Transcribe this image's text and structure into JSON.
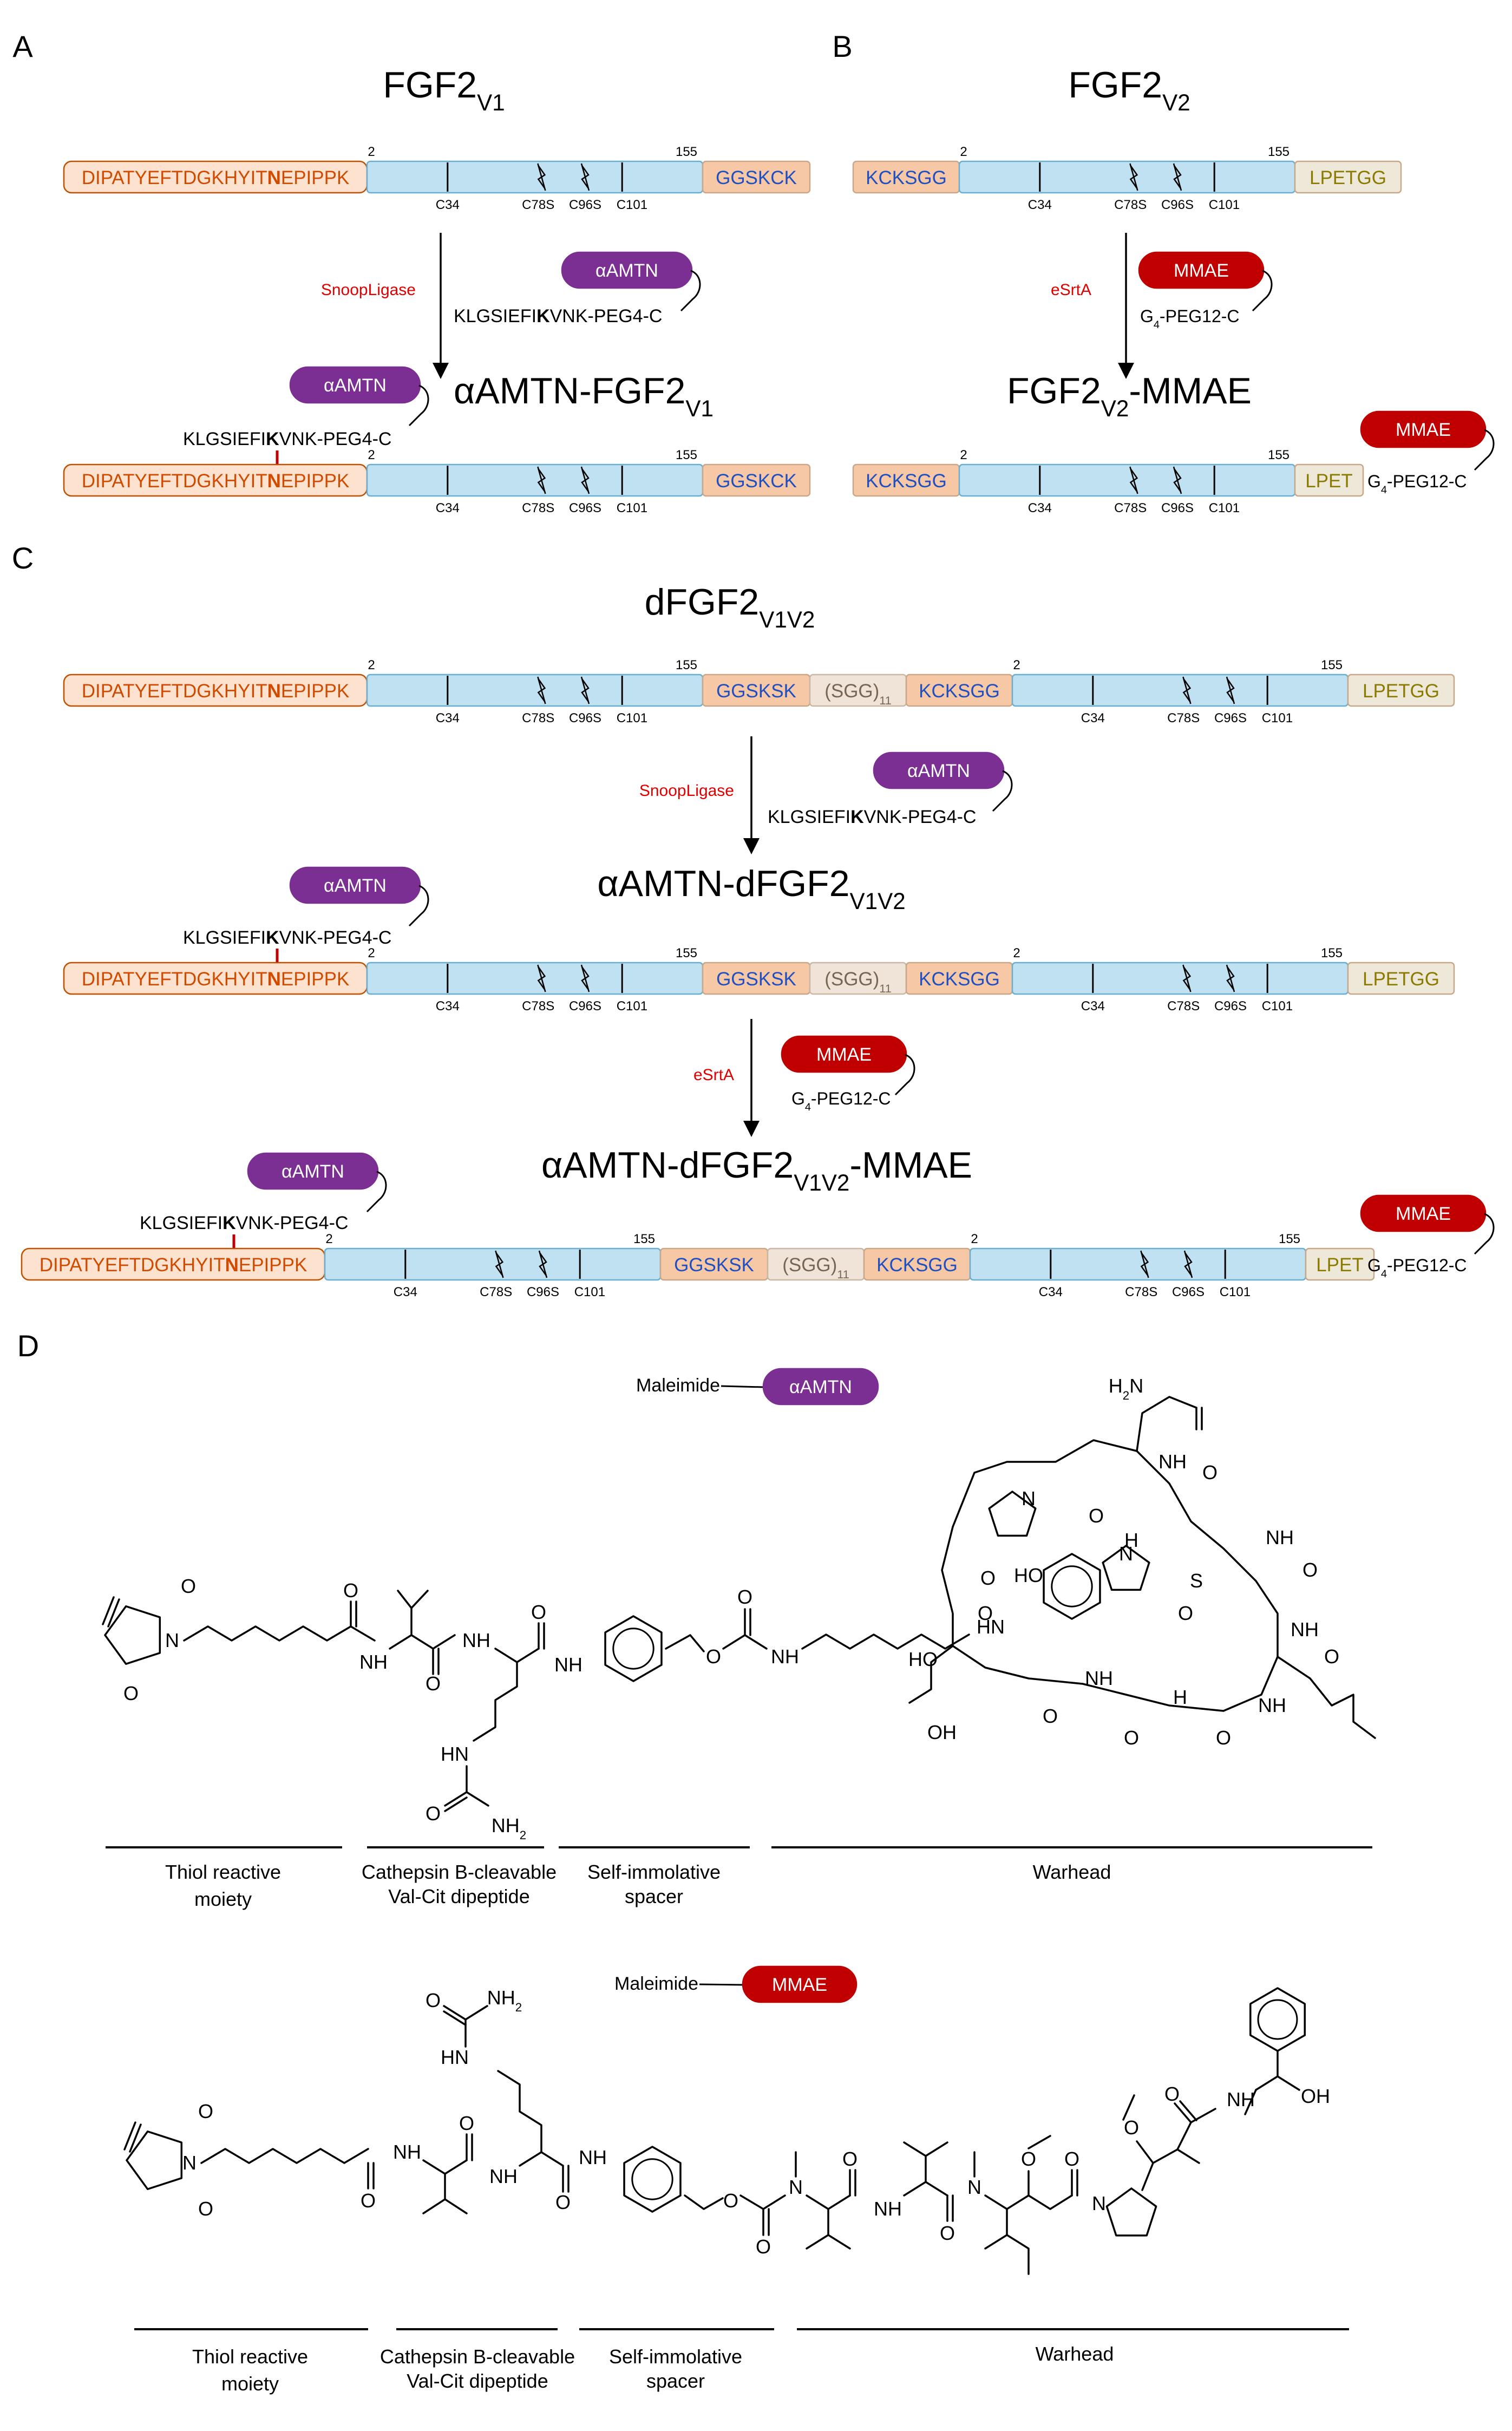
{
  "panel_labels": {
    "a": "A",
    "b": "B",
    "c": "C",
    "d": "D"
  },
  "colors": {
    "peptide_fill": "#fde3cf",
    "peptide_stroke": "#c05000",
    "peptide_text": "#d04a00",
    "core_fill": "#bfe1f2",
    "core_stroke": "#6aaed0",
    "tag_fill": "#f6c8a6",
    "tag_text": "#1f4fc0",
    "lpetg_fill": "#eee8d8",
    "lpetg_text": "#8a7a00",
    "sgg_fill": "#f0e4d8",
    "sgg_text": "#776655",
    "amtn": "#7b2f93",
    "mmae": "#c00000",
    "enzyme_text": "#e00000",
    "link": "#c00000"
  },
  "common": {
    "pos_start": "2",
    "pos_end": "155",
    "site_c34": "C34",
    "site_c78s": "C78S",
    "site_c96s": "C96S",
    "site_c101": "C101",
    "snoop_peptide": "DIPATYEFTDGKHYITNEPIPPK",
    "snoop_prefix": "DIPATYEFTDGKHYIT",
    "snoop_bold": "N",
    "snoop_suffix": "EPIPPK",
    "ggskck": "GGSKCK",
    "ggsksk": "GGSKSK",
    "kcksgg": "KCKSGG",
    "lpetgg": "LPETGG",
    "lpet": "LPET",
    "sgg_main": "(SGG)",
    "sgg_sub": "11",
    "amtn_label": "αAMTN",
    "mmae_label": "MMAE",
    "snoopligase": "SnoopLigase",
    "esrta": "eSrtA",
    "amtn_linker_prefix": "KLGSIEFI",
    "amtn_linker_bold": "K",
    "amtn_linker_suffix": "VNK-PEG4-C",
    "mmae_linker_g": "G",
    "mmae_linker_sub": "4",
    "mmae_linker_suffix": "-PEG12-C"
  },
  "panel_a": {
    "title_main": "FGF2",
    "title_sub": "V1",
    "product_prefix": "αAMTN-FGF2",
    "product_sub": "V1"
  },
  "panel_b": {
    "title_main": "FGF2",
    "title_sub": "V2",
    "product_main": "FGF2",
    "product_sub": "V2",
    "product_suffix": "-MMAE"
  },
  "panel_c": {
    "title_main": "dFGF2",
    "title_sub": "V1V2",
    "mid_main": "αAMTN-dFGF2",
    "mid_sub": "V1V2",
    "final_main": "αAMTN-dFGF2",
    "final_sub": "V1V2",
    "final_suffix": "-MMAE"
  },
  "panel_d": {
    "amtn_reagent_label": "Maleimide",
    "mmae_reagent_label": "Maleimide",
    "segments": {
      "thiol_1": "Thiol reactive",
      "thiol_2": "moiety",
      "valcit_1": "Cathepsin B-cleavable",
      "valcit_2": "Val-Cit dipeptide",
      "spacer_1": "Self-immolative",
      "spacer_2": "spacer",
      "warhead": "Warhead"
    },
    "atoms": {
      "O": "O",
      "N": "N",
      "NH": "NH",
      "H": "H",
      "HN": "HN",
      "S": "S",
      "OH": "OH",
      "HO": "HO",
      "NH2": "NH",
      "H2": "H",
      "two": "2"
    }
  }
}
